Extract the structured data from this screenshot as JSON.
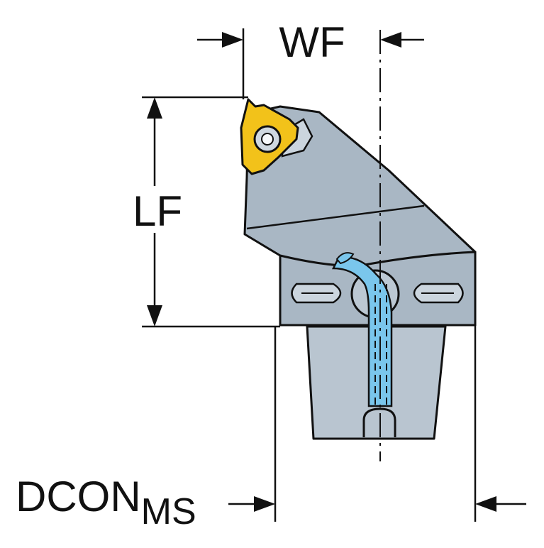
{
  "labels": {
    "wf": "WF",
    "lf": "LF",
    "dcon_main": "DCON",
    "dcon_sub": "MS"
  },
  "colors": {
    "body": "#a9b7c4",
    "body_dark": "#8c9aa8",
    "shank": "#b9c5d0",
    "insert": "#f2c21a",
    "insert_dark": "#c99800",
    "coolant": "#7ac6ec",
    "line": "#111111",
    "background": "#ffffff"
  }
}
